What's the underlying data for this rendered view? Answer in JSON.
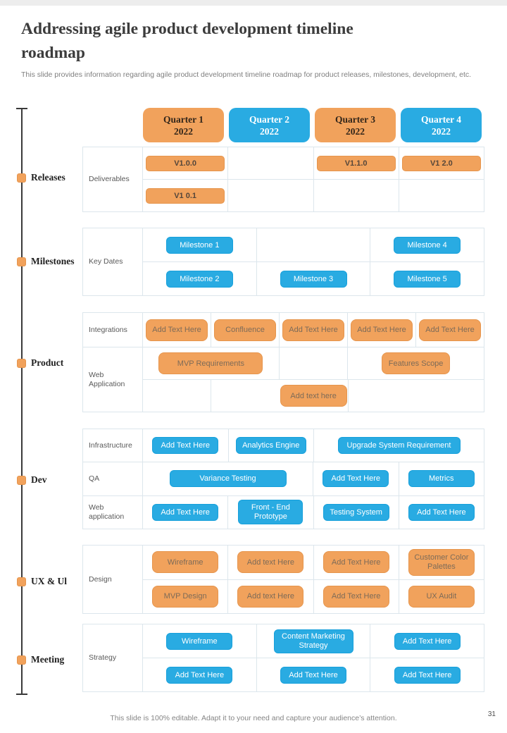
{
  "slide": {
    "title": "Addressing agile product development timeline roadmap",
    "subtitle": "This slide provides information regarding agile product development timeline roadmap for product releases, milestones, development, etc.",
    "footer_note": "This slide is 100% editable. Adapt it to your need and capture your audience’s attention.",
    "page_number": "31"
  },
  "colors": {
    "orange": "#F1A25C",
    "blue": "#29ABE2",
    "table_border": "#DCE6EC"
  },
  "quarter_headers": [
    {
      "line1": "Quarter 1",
      "line2": "2022",
      "color": "orange"
    },
    {
      "line1": "Quarter 2",
      "line2": "2022",
      "color": "blue"
    },
    {
      "line1": "Quarter 3",
      "line2": "2022",
      "color": "orange"
    },
    {
      "line1": "Quarter 4",
      "line2": "2022",
      "color": "blue"
    }
  ],
  "timeline_labels": {
    "releases": "Releases",
    "milestones": "Milestones",
    "product": "Product",
    "dev": "Dev",
    "ux": "UX & Ul",
    "meeting": "Meeting"
  },
  "releases": {
    "label": "Deliverables",
    "row1": [
      "V1.0.0",
      "",
      "V1.1.0",
      "V1 2.0"
    ],
    "row2": [
      "V1 0.1",
      "",
      "",
      ""
    ]
  },
  "milestones": {
    "label": "Key Dates",
    "row1": [
      "Milestone 1",
      "",
      "Milestone 4"
    ],
    "row2": [
      "Milestone 2",
      "Milestone 3",
      "Milestone 5"
    ]
  },
  "product": {
    "integrations": {
      "label": "Integrations",
      "pills": [
        "Add Text Here",
        "Confluence",
        "Add Text Here",
        "Add Text Here",
        "Add Text Here"
      ]
    },
    "web_application": {
      "label": "Web Application",
      "row1": [
        "MVP Requirements",
        "Features Scope"
      ],
      "row2": [
        "Add text here"
      ]
    }
  },
  "dev": {
    "infrastructure": {
      "label": "Infrastructure",
      "pills": [
        "Add Text Here",
        "Analytics Engine",
        "Upgrade System Requirement"
      ]
    },
    "qa": {
      "label": "QA",
      "pills": [
        "Variance Testing",
        "Add Text Here",
        "Metrics"
      ]
    },
    "web_application": {
      "label": "Web application",
      "pills": [
        "Add Text Here",
        "Front - End Prototype",
        "Testing System",
        "Add Text Here"
      ]
    }
  },
  "ux_ui": {
    "label": "Design",
    "row1": [
      "Wireframe",
      "Add text Here",
      "Add Text Here",
      "Customer Color Palettes"
    ],
    "row2": [
      "MVP Design",
      "Add text Here",
      "Add Text Here",
      "UX Audit"
    ]
  },
  "meeting": {
    "label": "Strategy",
    "row1": [
      "Wireframe",
      "Content Marketing Strategy",
      "Add Text Here"
    ],
    "row2": [
      "Add Text Here",
      "Add Text Here",
      "Add Text Here"
    ]
  }
}
